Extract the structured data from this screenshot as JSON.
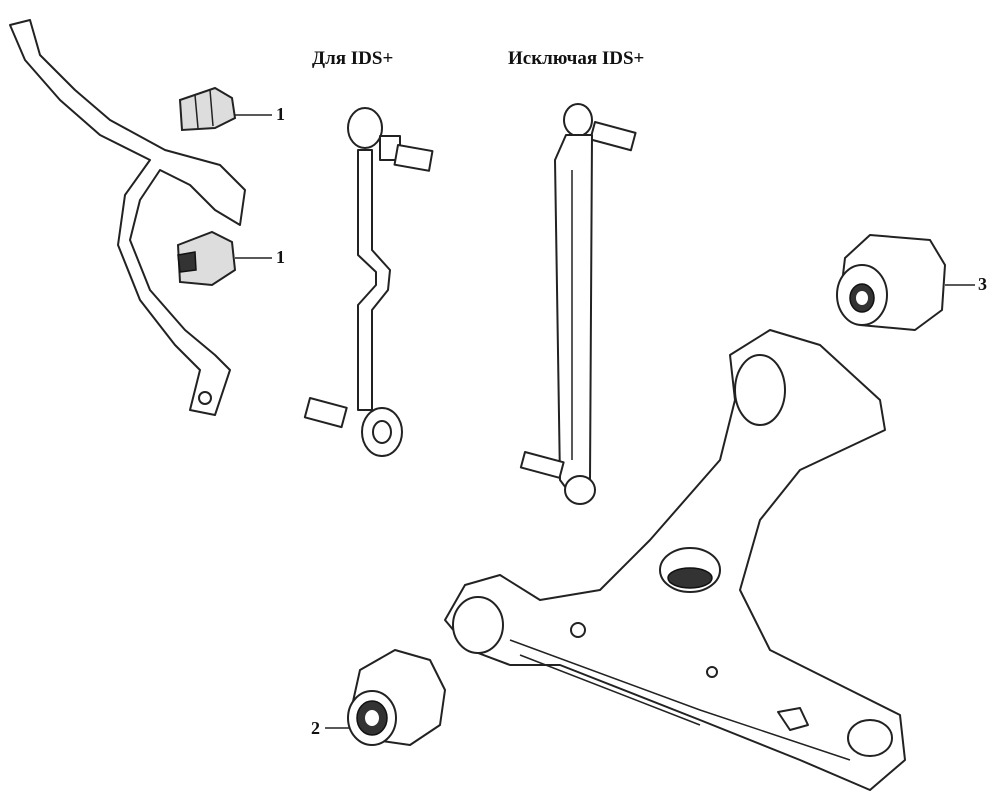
{
  "captions": {
    "with_ids": "Для IDS+",
    "without_ids": "Исключая IDS+"
  },
  "callouts": {
    "bushing_upper": "1",
    "bushing_lower": "1",
    "front_bushing": "2",
    "rear_bushing": "3"
  }
}
